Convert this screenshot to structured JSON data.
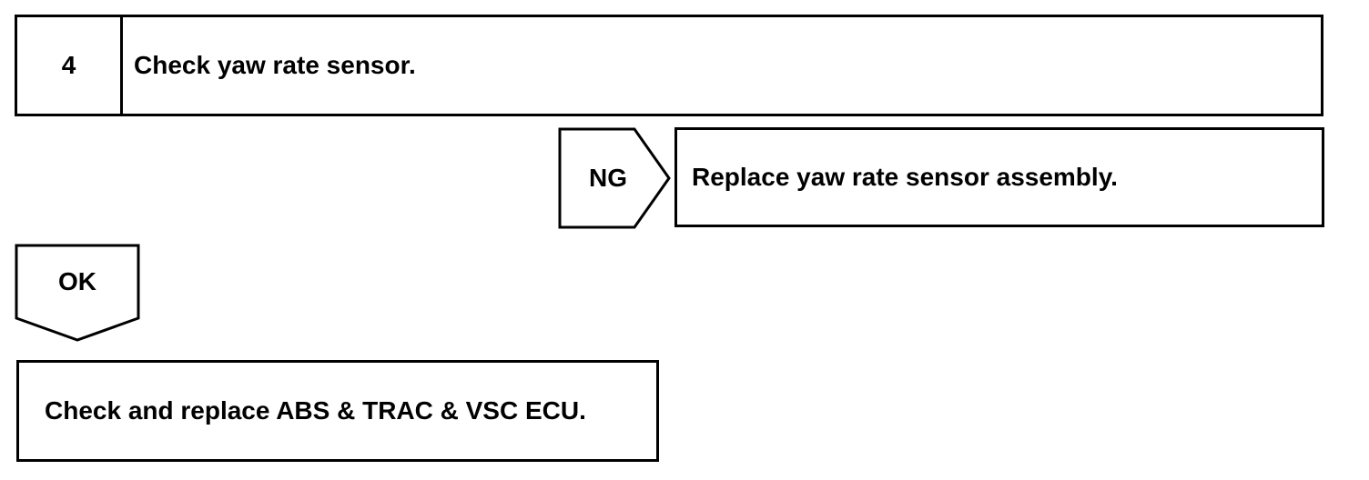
{
  "step": {
    "number": "4",
    "title": "Check yaw rate sensor."
  },
  "ng_branch": {
    "label": "NG",
    "action": "Replace yaw rate sensor assembly."
  },
  "ok_branch": {
    "label": "OK",
    "action": "Check and replace ABS & TRAC & VSC ECU."
  }
}
